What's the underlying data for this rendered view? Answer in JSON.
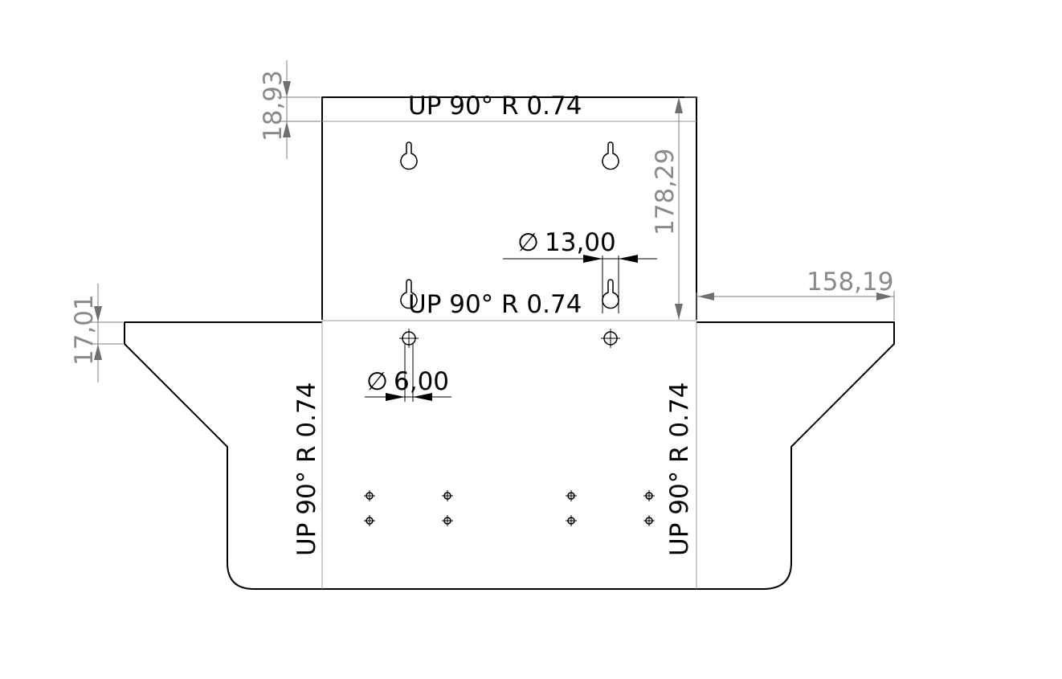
{
  "bend_notes": {
    "top": "UP  90°  R 0.74",
    "middle": "UP  90°  R 0.74",
    "left": "UP  90°  R 0.74",
    "right": "UP  90°  R 0.74"
  },
  "dimensions": {
    "top_flange_height": "18,93",
    "upper_panel_height": "178,29",
    "right_offset": "158,19",
    "side_flange_height": "17,01",
    "keyhole_diameter": "13,00",
    "hole_diameter": "6,00"
  },
  "diameter_symbol": "∅"
}
